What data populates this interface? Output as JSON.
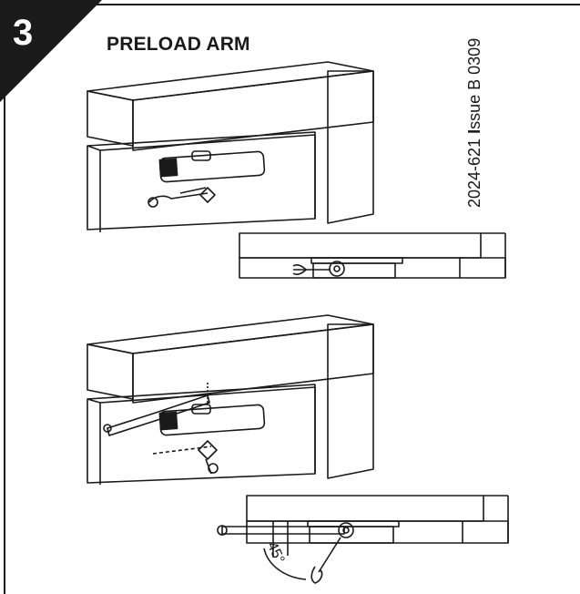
{
  "step": {
    "number": "3",
    "title": "PRELOAD ARM"
  },
  "document": {
    "number": "2024-621",
    "issue_prefix": "I",
    "issue_rest": "ssue B",
    "code": "0309"
  },
  "annotation": {
    "angle": "45°"
  },
  "colors": {
    "ink": "#1a1a1a",
    "paper": "#ffffff"
  }
}
